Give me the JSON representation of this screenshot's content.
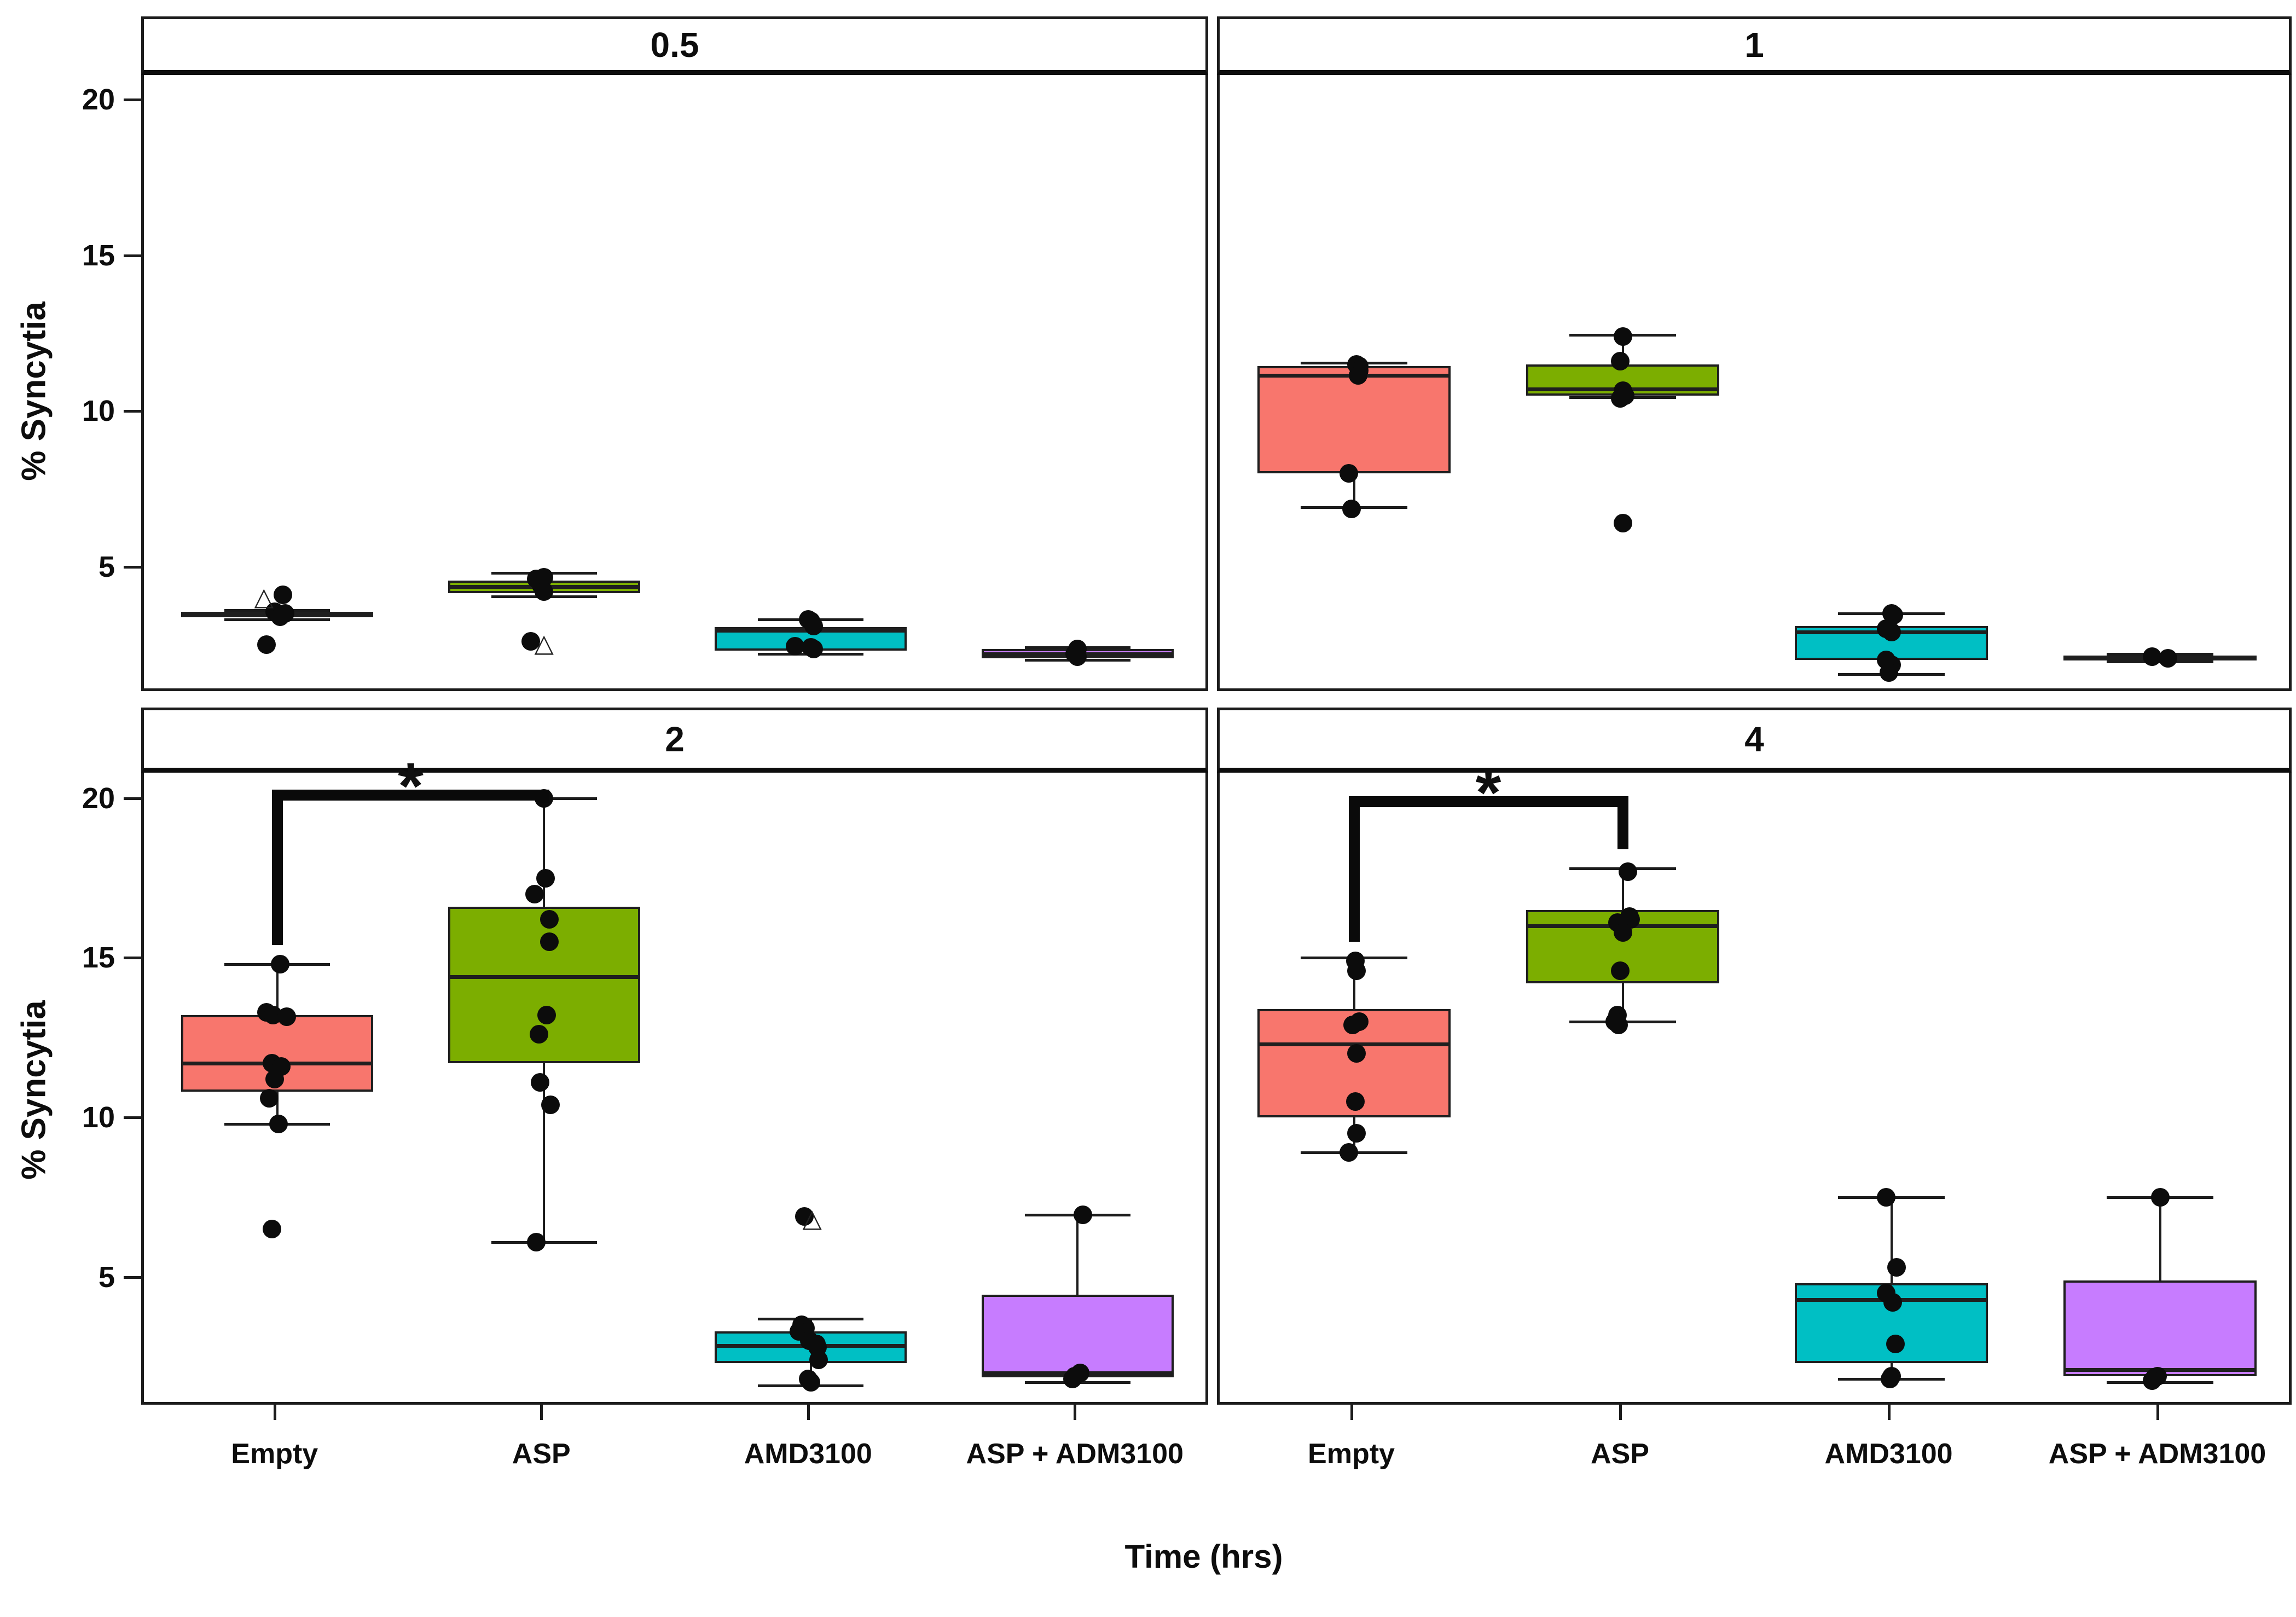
{
  "figure": {
    "ylabel": "% Syncytia",
    "xlabel": "Time (hrs)",
    "yticks": [
      20,
      15,
      10,
      5
    ],
    "categories": [
      "Empty",
      "ASP",
      "AMD3100",
      "ASP + ADM3100"
    ],
    "palette": {
      "empty": "#F8766D",
      "asp": "#7CAE00",
      "amd3100": "#00BFC4",
      "asp_adm3100": "#C77CFF"
    }
  },
  "chart_data": {
    "type": "boxplot",
    "facet_variable": "Time (hrs)",
    "facets": [
      "0.5",
      "1",
      "2",
      "4"
    ],
    "ylabel": "% Syncytia",
    "xlabel": "Time (hrs)",
    "ylim": [
      1.0,
      20.8
    ],
    "yticks": [
      5,
      10,
      15,
      20
    ],
    "grid": "off",
    "categories": [
      "Empty",
      "ASP",
      "AMD3100",
      "ASP + ADM3100"
    ],
    "panels": [
      {
        "facet": "0.5",
        "groups": [
          {
            "category": "Empty",
            "color": "#F8766D",
            "box": {
              "whisker_low": 3.3,
              "q1": 3.4,
              "median": 3.45,
              "q3": 3.55,
              "whisker_high": 3.6
            },
            "points": [
              [
                4.1,
                0.02
              ],
              [
                3.55,
                -0.01
              ],
              [
                3.5,
                0.03
              ],
              [
                3.4,
                0.01
              ],
              [
                2.5,
                -0.04
              ]
            ],
            "triangle_points": [
              [
                4.05,
                -0.05
              ]
            ]
          },
          {
            "category": "ASP",
            "color": "#7CAE00",
            "box": {
              "whisker_low": 4.05,
              "q1": 4.15,
              "median": 4.35,
              "q3": 4.55,
              "whisker_high": 4.8
            },
            "points": [
              [
                4.65,
                0.0
              ],
              [
                4.6,
                -0.03
              ],
              [
                4.4,
                -0.01
              ],
              [
                4.2,
                0.0
              ],
              [
                2.6,
                -0.05
              ]
            ],
            "triangle_points": [
              [
                2.55,
                0.0
              ]
            ]
          },
          {
            "category": "AMD3100",
            "color": "#00BFC4",
            "box": {
              "whisker_low": 2.2,
              "q1": 2.3,
              "median": 2.95,
              "q3": 3.05,
              "whisker_high": 3.3
            },
            "points": [
              [
                3.3,
                -0.01
              ],
              [
                3.25,
                0.0
              ],
              [
                3.1,
                0.01
              ],
              [
                2.45,
                -0.06
              ],
              [
                2.4,
                0.0
              ],
              [
                2.35,
                0.01
              ]
            ],
            "triangle_points": []
          },
          {
            "category": "ASP + ADM3100",
            "color": "#C77CFF",
            "box": {
              "whisker_low": 2.0,
              "q1": 2.05,
              "median": 2.2,
              "q3": 2.35,
              "whisker_high": 2.4
            },
            "points": [
              [
                2.35,
                0.0
              ],
              [
                2.2,
                -0.01
              ],
              [
                2.1,
                0.0
              ]
            ],
            "triangle_points": []
          }
        ]
      },
      {
        "facet": "1",
        "groups": [
          {
            "category": "Empty",
            "color": "#F8766D",
            "box": {
              "whisker_low": 6.9,
              "q1": 8.0,
              "median": 11.15,
              "q3": 11.45,
              "whisker_high": 11.55
            },
            "points": [
              [
                11.5,
                0.01
              ],
              [
                11.45,
                0.02
              ],
              [
                11.3,
                0.02
              ],
              [
                11.15,
                0.015
              ],
              [
                8.0,
                -0.02
              ],
              [
                6.85,
                -0.01
              ]
            ],
            "triangle_points": []
          },
          {
            "category": "ASP",
            "color": "#7CAE00",
            "box": {
              "whisker_low": 10.45,
              "q1": 10.5,
              "median": 10.7,
              "q3": 11.5,
              "whisker_high": 12.45
            },
            "points": [
              [
                12.4,
                0.0
              ],
              [
                11.6,
                -0.01
              ],
              [
                10.65,
                0.0
              ],
              [
                10.5,
                0.01
              ],
              [
                10.4,
                -0.01
              ],
              [
                6.4,
                0.0
              ]
            ],
            "triangle_points": []
          },
          {
            "category": "AMD3100",
            "color": "#00BFC4",
            "box": {
              "whisker_low": 1.55,
              "q1": 2.0,
              "median": 2.9,
              "q3": 3.1,
              "whisker_high": 3.5
            },
            "points": [
              [
                3.5,
                0.0
              ],
              [
                3.45,
                0.01
              ],
              [
                3.0,
                -0.02
              ],
              [
                2.9,
                0.0
              ],
              [
                2.0,
                -0.02
              ],
              [
                1.85,
                0.0
              ],
              [
                1.6,
                -0.01
              ]
            ],
            "triangle_points": []
          },
          {
            "category": "ASP + ADM3100",
            "color": "#C77CFF",
            "box": {
              "whisker_low": 1.95,
              "q1": 2.0,
              "median": 2.05,
              "q3": 2.15,
              "whisker_high": 2.2
            },
            "points": [
              [
                2.1,
                -0.03
              ],
              [
                2.05,
                0.03
              ]
            ],
            "triangle_points": []
          }
        ]
      },
      {
        "facet": "2",
        "groups": [
          {
            "category": "Empty",
            "color": "#F8766D",
            "box": {
              "whisker_low": 9.8,
              "q1": 10.8,
              "median": 11.7,
              "q3": 13.2,
              "whisker_high": 14.8
            },
            "points": [
              [
                14.8,
                0.01
              ],
              [
                13.3,
                -0.04
              ],
              [
                13.2,
                -0.015
              ],
              [
                13.15,
                0.035
              ],
              [
                11.7,
                -0.02
              ],
              [
                11.6,
                0.015
              ],
              [
                11.2,
                -0.01
              ],
              [
                10.6,
                -0.03
              ],
              [
                9.8,
                0.005
              ],
              [
                6.5,
                -0.02
              ]
            ],
            "triangle_points": []
          },
          {
            "category": "ASP",
            "color": "#7CAE00",
            "box": {
              "whisker_low": 6.1,
              "q1": 11.7,
              "median": 14.4,
              "q3": 16.6,
              "whisker_high": 20.0
            },
            "points": [
              [
                20.0,
                0.0
              ],
              [
                17.5,
                0.005
              ],
              [
                17.0,
                -0.035
              ],
              [
                16.2,
                0.02
              ],
              [
                15.5,
                0.02
              ],
              [
                13.2,
                0.01
              ],
              [
                12.6,
                -0.02
              ],
              [
                11.1,
                -0.015
              ],
              [
                10.4,
                0.025
              ],
              [
                6.1,
                -0.03
              ]
            ],
            "triangle_points": []
          },
          {
            "category": "AMD3100",
            "color": "#00BFC4",
            "box": {
              "whisker_low": 1.6,
              "q1": 2.3,
              "median": 2.85,
              "q3": 3.3,
              "whisker_high": 3.7
            },
            "points": [
              [
                6.9,
                -0.025
              ],
              [
                3.5,
                -0.035
              ],
              [
                3.4,
                -0.02
              ],
              [
                3.3,
                -0.045
              ],
              [
                3.0,
                -0.005
              ],
              [
                2.9,
                0.02
              ],
              [
                2.8,
                0.025
              ],
              [
                2.4,
                0.03
              ],
              [
                1.8,
                -0.01
              ],
              [
                1.7,
                0.0
              ]
            ],
            "triangle_points": [
              [
                6.85,
                0.005
              ]
            ]
          },
          {
            "category": "ASP + ADM3100",
            "color": "#C77CFF",
            "box": {
              "whisker_low": 1.7,
              "q1": 1.85,
              "median": 2.0,
              "q3": 4.45,
              "whisker_high": 6.95
            },
            "points": [
              [
                6.95,
                0.02
              ],
              [
                2.0,
                0.01
              ],
              [
                1.9,
                -0.01
              ],
              [
                1.8,
                -0.02
              ]
            ],
            "triangle_points": []
          }
        ]
      },
      {
        "facet": "4",
        "groups": [
          {
            "category": "Empty",
            "color": "#F8766D",
            "box": {
              "whisker_low": 8.9,
              "q1": 10.0,
              "median": 12.3,
              "q3": 13.4,
              "whisker_high": 15.0
            },
            "points": [
              [
                14.9,
                0.005
              ],
              [
                14.6,
                0.01
              ],
              [
                13.0,
                0.02
              ],
              [
                12.9,
                -0.005
              ],
              [
                12.0,
                0.01
              ],
              [
                10.5,
                0.005
              ],
              [
                9.5,
                0.01
              ],
              [
                8.9,
                -0.02
              ]
            ],
            "triangle_points": []
          },
          {
            "category": "ASP",
            "color": "#7CAE00",
            "box": {
              "whisker_low": 13.0,
              "q1": 14.2,
              "median": 16.0,
              "q3": 16.5,
              "whisker_high": 17.8
            },
            "points": [
              [
                17.7,
                0.02
              ],
              [
                16.3,
                0.025
              ],
              [
                16.2,
                0.03
              ],
              [
                16.1,
                -0.02
              ],
              [
                15.8,
                0.0
              ],
              [
                14.6,
                -0.01
              ],
              [
                13.2,
                -0.02
              ],
              [
                13.0,
                -0.03
              ],
              [
                12.9,
                -0.015
              ]
            ],
            "triangle_points": []
          },
          {
            "category": "AMD3100",
            "color": "#00BFC4",
            "box": {
              "whisker_low": 1.8,
              "q1": 2.3,
              "median": 4.3,
              "q3": 4.8,
              "whisker_high": 7.5
            },
            "points": [
              [
                7.5,
                -0.02
              ],
              [
                5.3,
                0.02
              ],
              [
                4.5,
                -0.02
              ],
              [
                4.2,
                0.005
              ],
              [
                2.9,
                0.015
              ],
              [
                1.9,
                0.0
              ],
              [
                1.8,
                -0.005
              ]
            ],
            "triangle_points": []
          },
          {
            "category": "ASP + ADM3100",
            "color": "#C77CFF",
            "box": {
              "whisker_low": 1.7,
              "q1": 1.9,
              "median": 2.1,
              "q3": 4.9,
              "whisker_high": 7.5
            },
            "points": [
              [
                7.5,
                0.0
              ],
              [
                1.9,
                -0.01
              ],
              [
                1.85,
                -0.02
              ],
              [
                1.75,
                -0.03
              ]
            ],
            "triangle_points": []
          }
        ]
      }
    ],
    "significance": [
      {
        "facet": "2",
        "label": "*",
        "from": "Empty",
        "to": "ASP",
        "bar_y": 20.1,
        "left_drop_to": 15.4,
        "right_drop_to": 19.85
      },
      {
        "facet": "4",
        "label": "*",
        "from": "Empty",
        "to": "ASP",
        "bar_y": 19.9,
        "left_drop_to": 15.5,
        "right_drop_to": 18.4
      }
    ]
  }
}
